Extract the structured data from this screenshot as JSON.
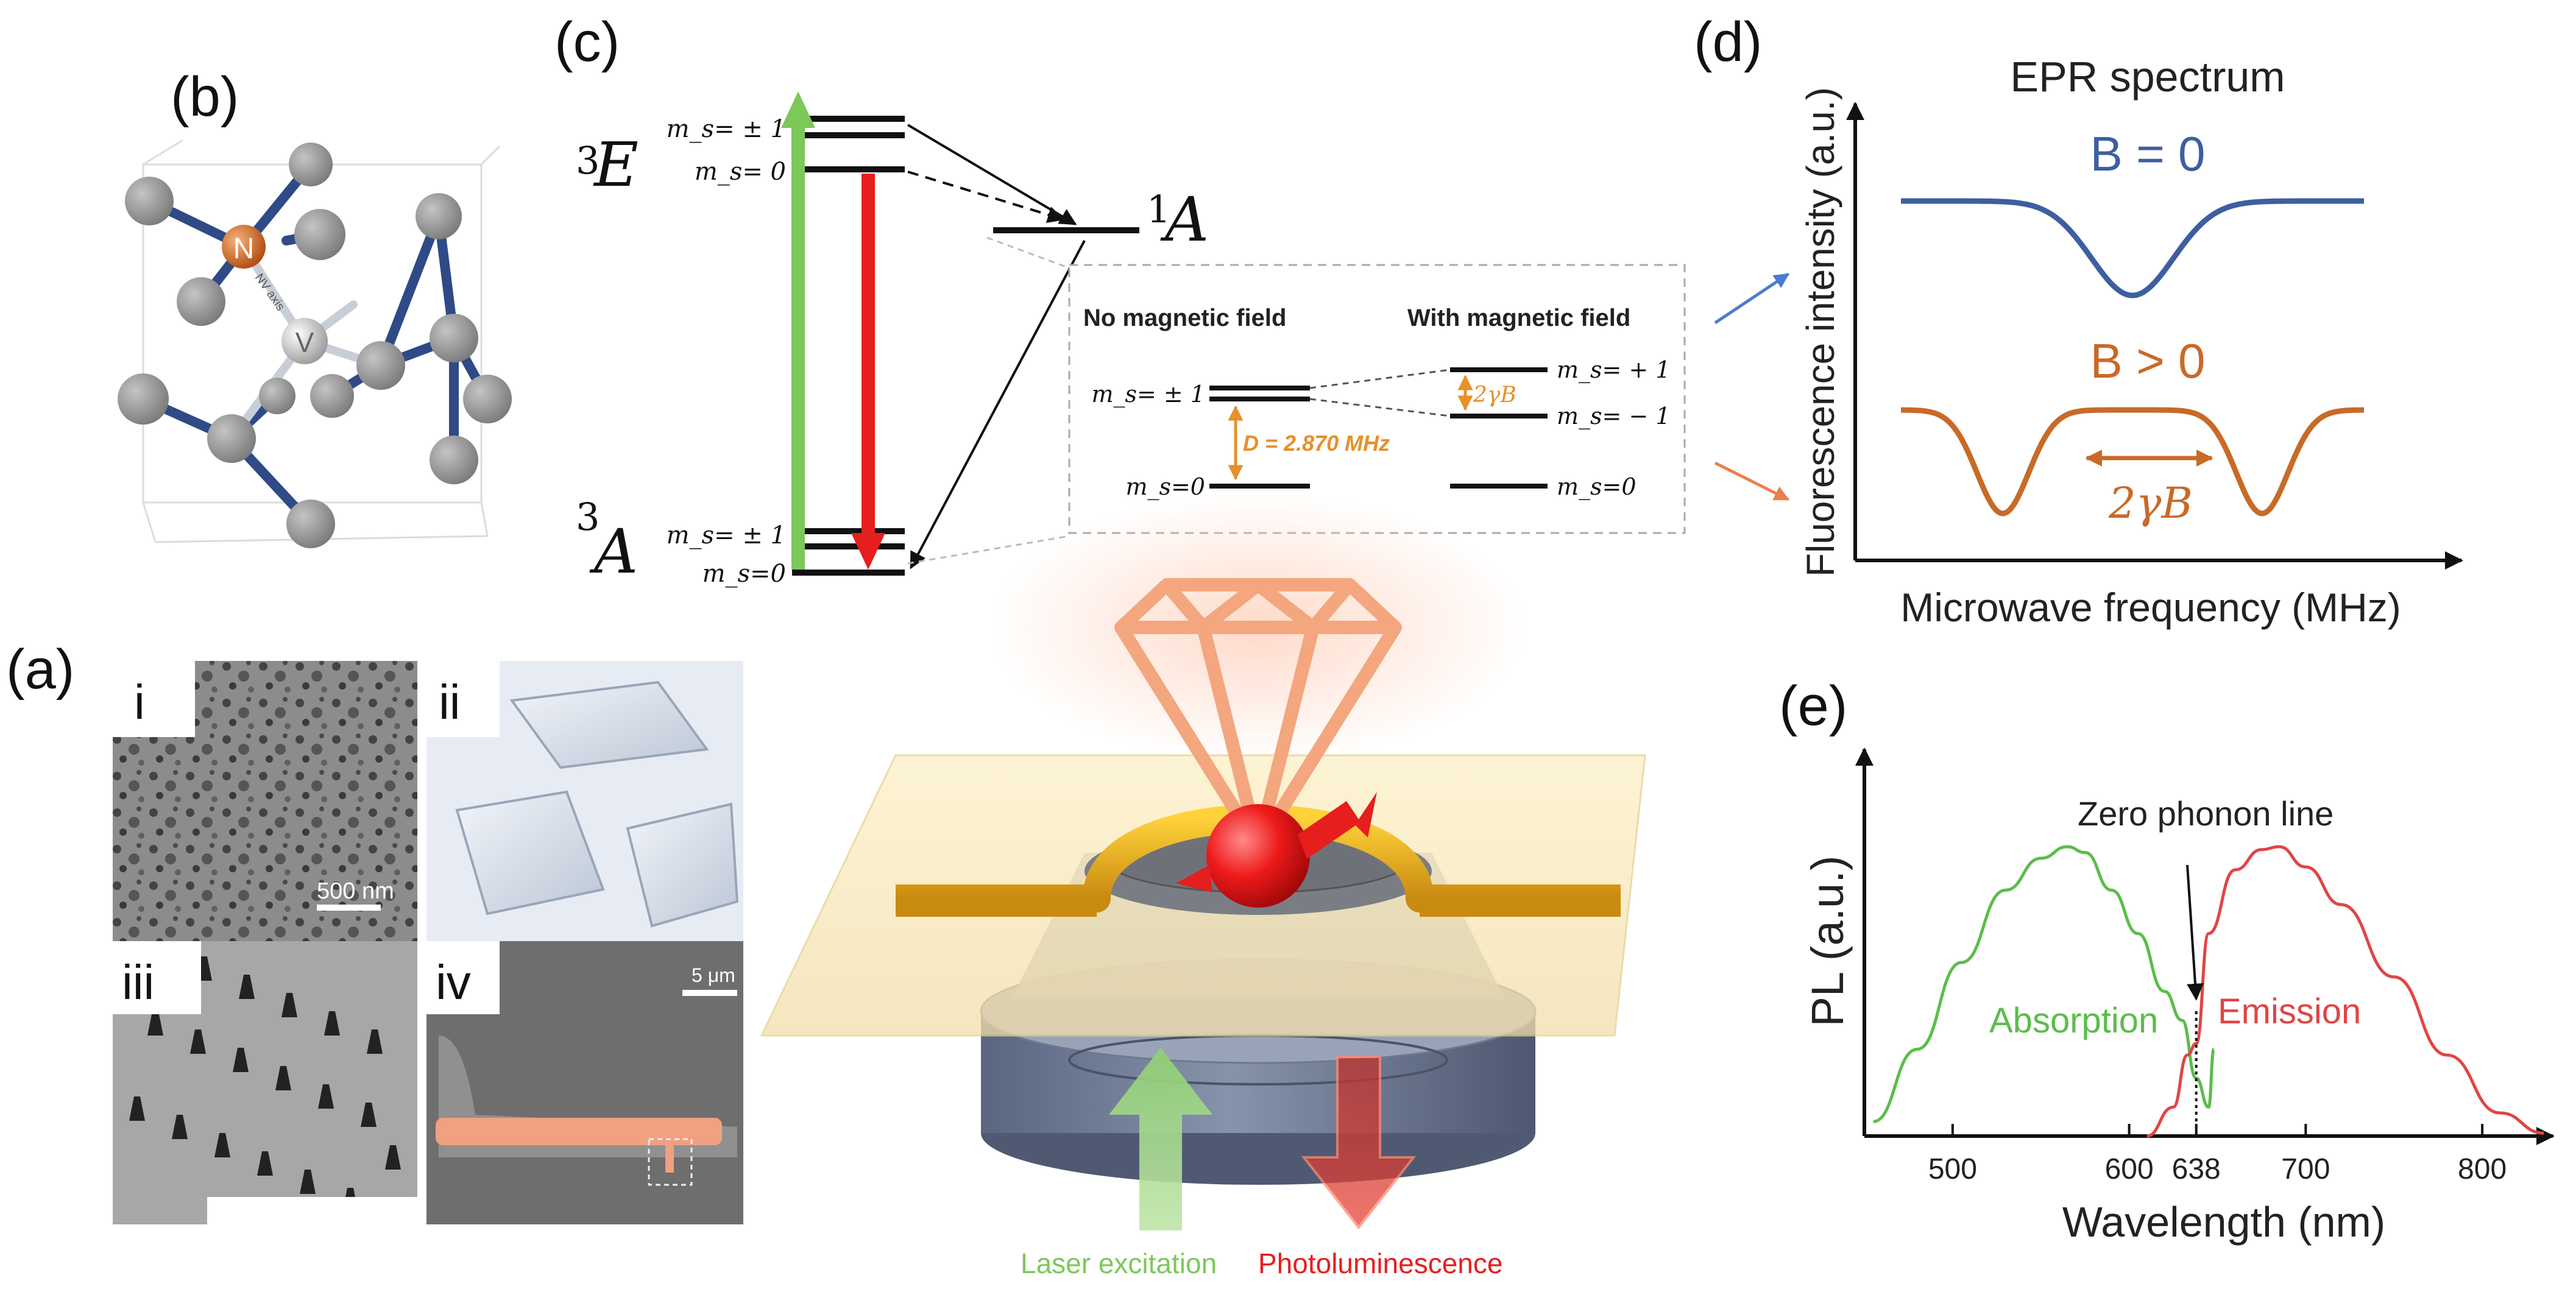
{
  "panels": {
    "a": "(a)",
    "b": "(b)",
    "c": "(c)",
    "d": "(d)",
    "e": "(e)"
  },
  "panel_a": {
    "sub_labels": [
      "i",
      "ii",
      "iii",
      "iv"
    ],
    "scalebar_i": "500 nm",
    "scalebar_iv": "5 μm"
  },
  "panel_b": {
    "atom_n": "N",
    "atom_v": "V",
    "axis_label": "NV axis"
  },
  "panel_c": {
    "state_3E": "E",
    "state_3A": "A",
    "state_1A": "A",
    "sup_3": "3",
    "sup_1": "1",
    "ms_pm1": "m_s= ± 1",
    "ms_0": "m_s= 0",
    "ms0_compact": "m_s=0",
    "inset": {
      "title_left": "No magnetic field",
      "title_right": "With magnetic field",
      "ms_pm1": "m_s= ± 1",
      "ms_plus1": "m_s= + 1",
      "ms_minus1": "m_s= − 1",
      "ms_0": "m_s=0",
      "split": "2γB",
      "zero_field": "D = 2.870 MHz"
    }
  },
  "center": {
    "laser_label": "Laser excitation",
    "pl_label": "Photoluminescence"
  },
  "panel_d": {
    "title": "EPR spectrum",
    "xlabel": "Microwave frequency (MHz)",
    "ylabel": "Fluorescence intensity  (a.u.)",
    "label_b0": "B = 0",
    "label_bpos": "B > 0",
    "split_label": "2γB"
  },
  "panel_e": {
    "xlabel": "Wavelength (nm)",
    "ylabel": "PL (a.u.)",
    "annotation": "Zero phonon line",
    "absorption_label": "Absorption",
    "emission_label": "Emission",
    "tick_labels": [
      "500",
      "600",
      "638",
      "700",
      "800"
    ]
  },
  "chart_data": [
    {
      "type": "line",
      "title": "EPR spectrum",
      "xlabel": "Microwave frequency (MHz)",
      "ylabel": "Fluorescence intensity  (a.u.)",
      "series": [
        {
          "name": "B = 0",
          "color": "#3d5fa0",
          "dips": 1
        },
        {
          "name": "B > 0",
          "color": "#c86a28",
          "dips": 2
        }
      ]
    },
    {
      "type": "line",
      "xlabel": "Wavelength (nm)",
      "ylabel": "PL (a.u.)",
      "x_ticks": [
        500,
        600,
        638,
        700,
        800
      ],
      "xlim": [
        450,
        840
      ],
      "series": [
        {
          "name": "Absorption",
          "color": "#5bbd4a",
          "x": [
            455,
            480,
            505,
            530,
            550,
            565,
            575,
            590,
            605,
            620,
            630,
            638,
            645,
            648
          ],
          "y": [
            0.05,
            0.3,
            0.6,
            0.85,
            0.96,
            1.0,
            0.98,
            0.85,
            0.7,
            0.5,
            0.4,
            0.2,
            0.1,
            0.3
          ]
        },
        {
          "name": "Emission",
          "color": "#e04545",
          "x": [
            610,
            625,
            633,
            638,
            645,
            660,
            675,
            685,
            700,
            720,
            750,
            780,
            810,
            835
          ],
          "y": [
            0.0,
            0.1,
            0.28,
            0.32,
            0.7,
            0.92,
            0.99,
            1.0,
            0.93,
            0.8,
            0.55,
            0.28,
            0.08,
            0.01
          ]
        }
      ]
    }
  ],
  "colors": {
    "green": "#7cc85a",
    "red": "#e61e1e",
    "blue": "#3d5fa0",
    "orange": "#c86a28",
    "inset_orange": "#e6902a"
  }
}
